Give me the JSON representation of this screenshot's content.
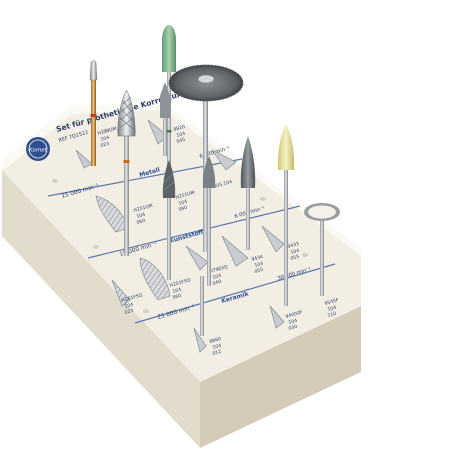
{
  "tray": {
    "title": "Set für prothetische Korrekturen",
    "ref": "REF TD1522",
    "logo_text": "Komet"
  },
  "sections": [
    {
      "name": "Metall",
      "speed": "15 000 min⁻¹",
      "speed2": "6 000 min⁻¹"
    },
    {
      "name": "Kunststoff",
      "speed": "15 000 min⁻¹",
      "speed2": "6 000 min⁻¹"
    },
    {
      "name": "Keramik",
      "speed": "25 000 min⁻¹",
      "speed2": "30 000 min⁻¹"
    }
  ],
  "tool_codes": {
    "h139um": [
      "H139UM",
      "104",
      "023"
    ],
    "c9820": [
      "9820",
      "104",
      "045"
    ],
    "h251um": [
      "H251UM",
      "104",
      "060"
    ],
    "h251gum": [
      "H251UM",
      "104",
      "060"
    ],
    "c305": [
      "305.104"
    ],
    "h251fsq": [
      "H251FSQ",
      "104",
      "060"
    ],
    "h79esq": [
      "H79ESQ",
      "104",
      "040"
    ],
    "c9434": [
      "9434",
      "104",
      "055"
    ],
    "c9433": [
      "9433",
      "104",
      "055"
    ],
    "h261fsq": [
      "H261FSQ",
      "104",
      "023"
    ],
    "c8860": [
      "8860",
      "104",
      "012"
    ],
    "c94000f": [
      "94000F",
      "104",
      "030"
    ],
    "c9545f": [
      "9545F",
      "104",
      "110"
    ]
  },
  "colors": {
    "tray": "#efeade",
    "tray_side": "#ddd6c5",
    "label_blue": "#2d4f8f",
    "gold_shank": "#c98a37",
    "steel": "#a9adb2",
    "green_stone": "#7fb08a",
    "yellow_polisher": "#e7e19b",
    "grey_polisher": "#6d7476",
    "disc_dark": "#6b6e70"
  }
}
